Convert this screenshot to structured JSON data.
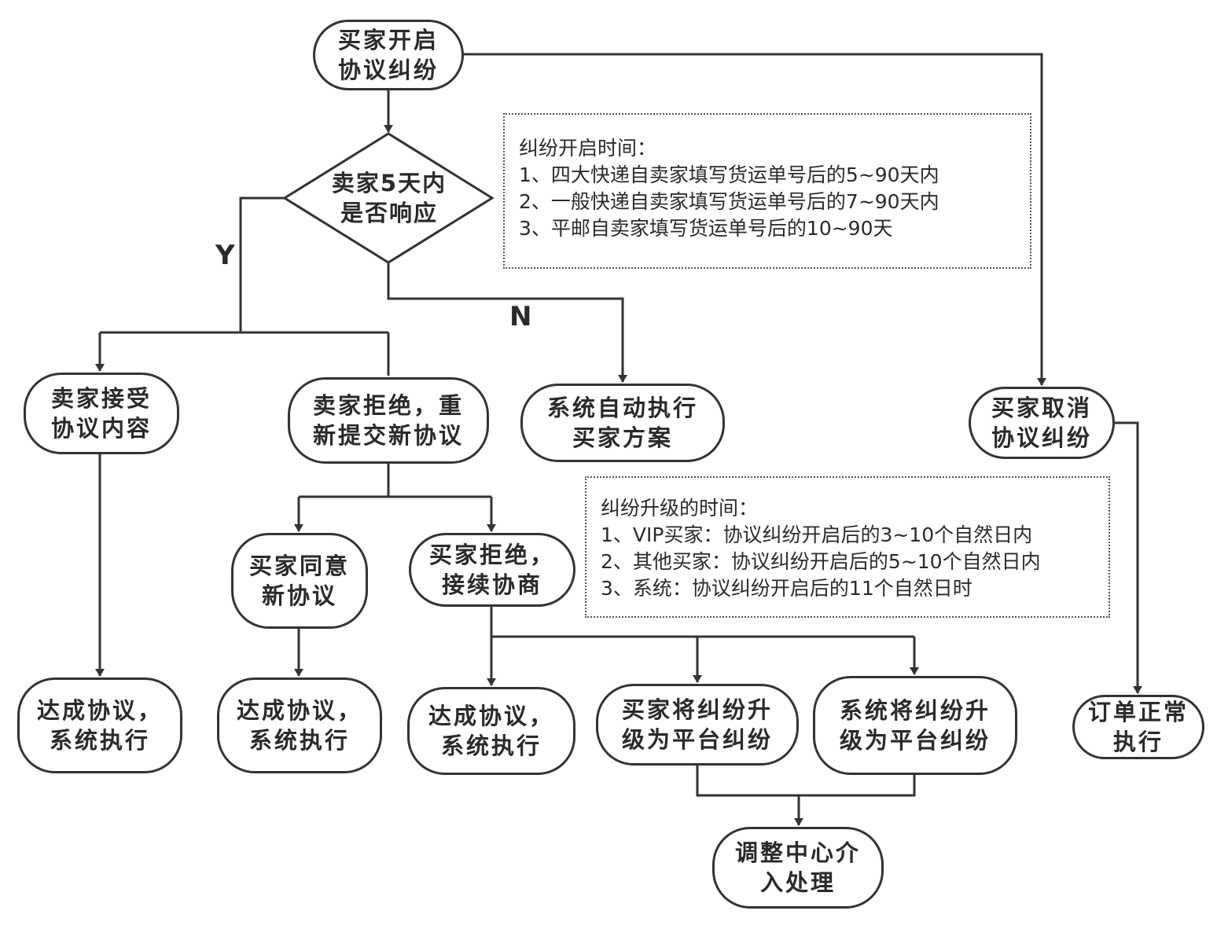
{
  "nodes": {
    "start": [
      "买家开启",
      "协议纠纷"
    ],
    "decision": [
      "卖家5天内",
      "是否响应"
    ],
    "accept": [
      "卖家接受",
      "协议内容"
    ],
    "reject": [
      "卖家拒绝，重",
      "新提交新协议"
    ],
    "auto": [
      "系统自动执行",
      "买家方案"
    ],
    "cancel": [
      "买家取消",
      "协议纠纷"
    ],
    "agree": [
      "买家同意",
      "新协议"
    ],
    "negotiate": [
      "买家拒绝，",
      "接续协商"
    ],
    "done1": [
      "达成协议，",
      "系统执行"
    ],
    "done2": [
      "达成协议，",
      "系统执行"
    ],
    "done3": [
      "达成协议，",
      "系统执行"
    ],
    "buyer_up": [
      "买家将纠纷升",
      "级为平台纠纷"
    ],
    "system_up": [
      "系统将纠纷升",
      "级为平台纠纷"
    ],
    "normal": [
      "订单正常",
      "执行"
    ],
    "mediation": [
      "调整中心介",
      "入处理"
    ]
  },
  "labels": {
    "yes": "Y",
    "no": "N"
  },
  "notes": {
    "open_time": {
      "title": "纠纷开启时间：",
      "items": [
        "1、四大快递自卖家填写货运单号后的5~90天内",
        "2、一般快递自卖家填写货运单号后的7~90天内",
        "3、平邮自卖家填写货运单号后的10~90天"
      ]
    },
    "escalate_time": {
      "title": "纠纷升级的时间：",
      "items": [
        "1、VIP买家：协议纠纷开启后的3~10个自然日内",
        "2、其他买家：协议纠纷开启后的5~10个自然日内",
        "3、系统：协议纠纷开启后的11个自然日时"
      ]
    }
  }
}
